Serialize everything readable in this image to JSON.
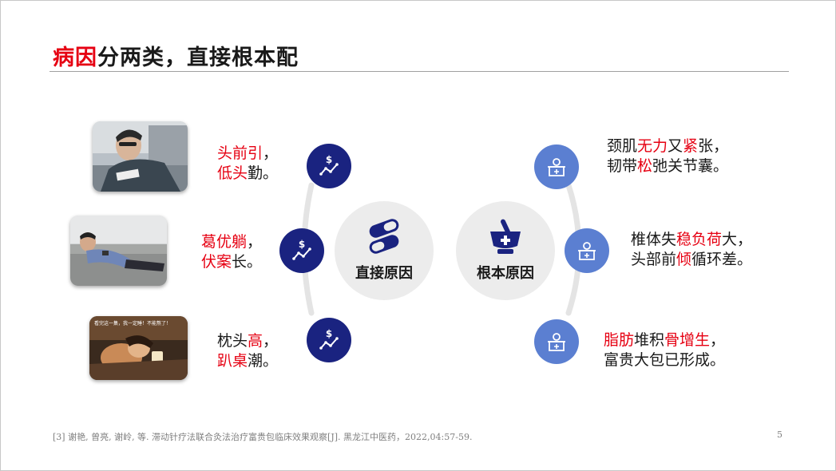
{
  "slide": {
    "title_red": "病因",
    "title_rest": "分两类，直接根本配",
    "page_number": "5",
    "footnote": "[3]  谢艳, 曾亮, 谢岭, 等. 滞动针疗法联合灸法治疗富贵包临床效果观察[J]. 黑龙江中医药，2022,04:57-59."
  },
  "hubs": {
    "direct": {
      "label": "直接原因",
      "icon": "pills-icon"
    },
    "root": {
      "label": "根本原因",
      "icon": "mortar-pestle-icon"
    }
  },
  "direct_causes": [
    {
      "line1_red": "头前引",
      "line1_end": "，",
      "line2_red": "低头",
      "line2_end": "勤。",
      "photo": "man-looking-down-at-phone",
      "icon": "dollar-trend-icon"
    },
    {
      "line1_red": "葛优躺",
      "line1_end": "，",
      "line2_red": "伏案",
      "line2_end": "长。",
      "photo": "man-reclining-on-sofa-with-phone",
      "icon": "dollar-trend-icon"
    },
    {
      "line1_pre": "枕头",
      "line1_red": "高",
      "line1_end": "，",
      "line2_red": "趴桌",
      "line2_end": "潮。",
      "photo": "person-lying-with-phone-at-night",
      "photo_caption": "看完这一集，我一定睡！不能熬了！",
      "icon": "dollar-trend-icon"
    }
  ],
  "root_causes": [
    {
      "l1_a": "颈肌",
      "l1_b": "无力",
      "l1_c": "又",
      "l1_d": "紧",
      "l1_e": "张，",
      "l2_a": "韧带",
      "l2_b": "松",
      "l2_c": "弛关节囊。",
      "icon": "medical-cabinet-icon"
    },
    {
      "l1_a": "椎体失",
      "l1_b": "稳负荷",
      "l1_c": "大，",
      "l2_a": "头部前",
      "l2_b": "倾",
      "l2_c": "循环差。",
      "icon": "medical-cabinet-icon"
    },
    {
      "l1_a": "脂肪",
      "l1_b": "堆积",
      "l1_c": "骨增生",
      "l1_d": "，",
      "l2_a": "富贵大包已形成。",
      "icon": "medical-cabinet-icon"
    }
  ],
  "colors": {
    "accent_red": "#e60012",
    "navy": "#1a2380",
    "blue": "#5b7fd1",
    "hub_gray": "#ececec"
  }
}
